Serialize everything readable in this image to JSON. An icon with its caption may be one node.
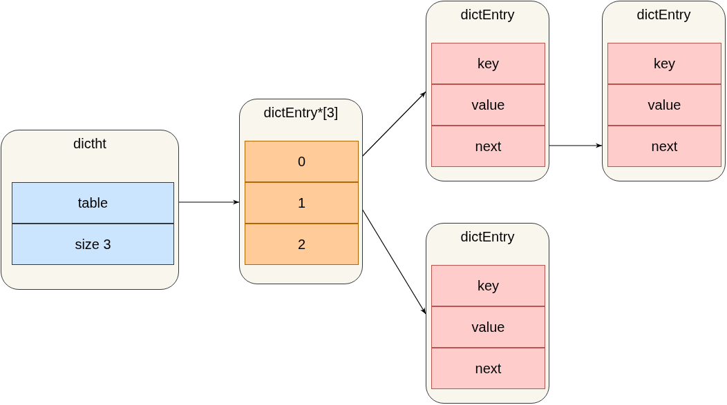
{
  "diagram": {
    "nodes": [
      {
        "text": [
          "dictht"
        ]
      },
      {
        "text": [
          "table"
        ],
        "in": 0
      },
      {
        "text": [
          "size 3"
        ],
        "in": 0
      },
      {
        "text": [
          "dictEntry*[3]"
        ]
      },
      {
        "text": [
          "0"
        ],
        "in": 3
      },
      {
        "text": [
          "1"
        ],
        "in": 3
      },
      {
        "text": [
          "2"
        ],
        "in": 3
      },
      {
        "text": [
          "dictEntry"
        ]
      },
      {
        "text": [
          "key"
        ],
        "in": 7
      },
      {
        "text": [
          "value"
        ],
        "in": 7
      },
      {
        "text": [
          "next"
        ],
        "in": 7
      },
      {
        "text": [
          "dictEntry"
        ]
      },
      {
        "text": [
          "key"
        ],
        "in": 11
      },
      {
        "text": [
          "value"
        ],
        "in": 11
      },
      {
        "text": [
          "next"
        ],
        "in": 11
      },
      {
        "text": [
          "dictEntry"
        ]
      },
      {
        "text": [
          "key"
        ],
        "in": 15
      },
      {
        "text": [
          "value"
        ],
        "in": 15
      },
      {
        "text": [
          "next"
        ],
        "in": 15
      }
    ],
    "edges": [
      {
        "from": 1,
        "to": 3,
        "arrow": "to"
      },
      {
        "from": 4,
        "to": 7,
        "arrow": "to"
      },
      {
        "from": 10,
        "to": 11,
        "arrow": "to"
      },
      {
        "from": 5,
        "to": 15,
        "arrow": "to"
      }
    ]
  }
}
